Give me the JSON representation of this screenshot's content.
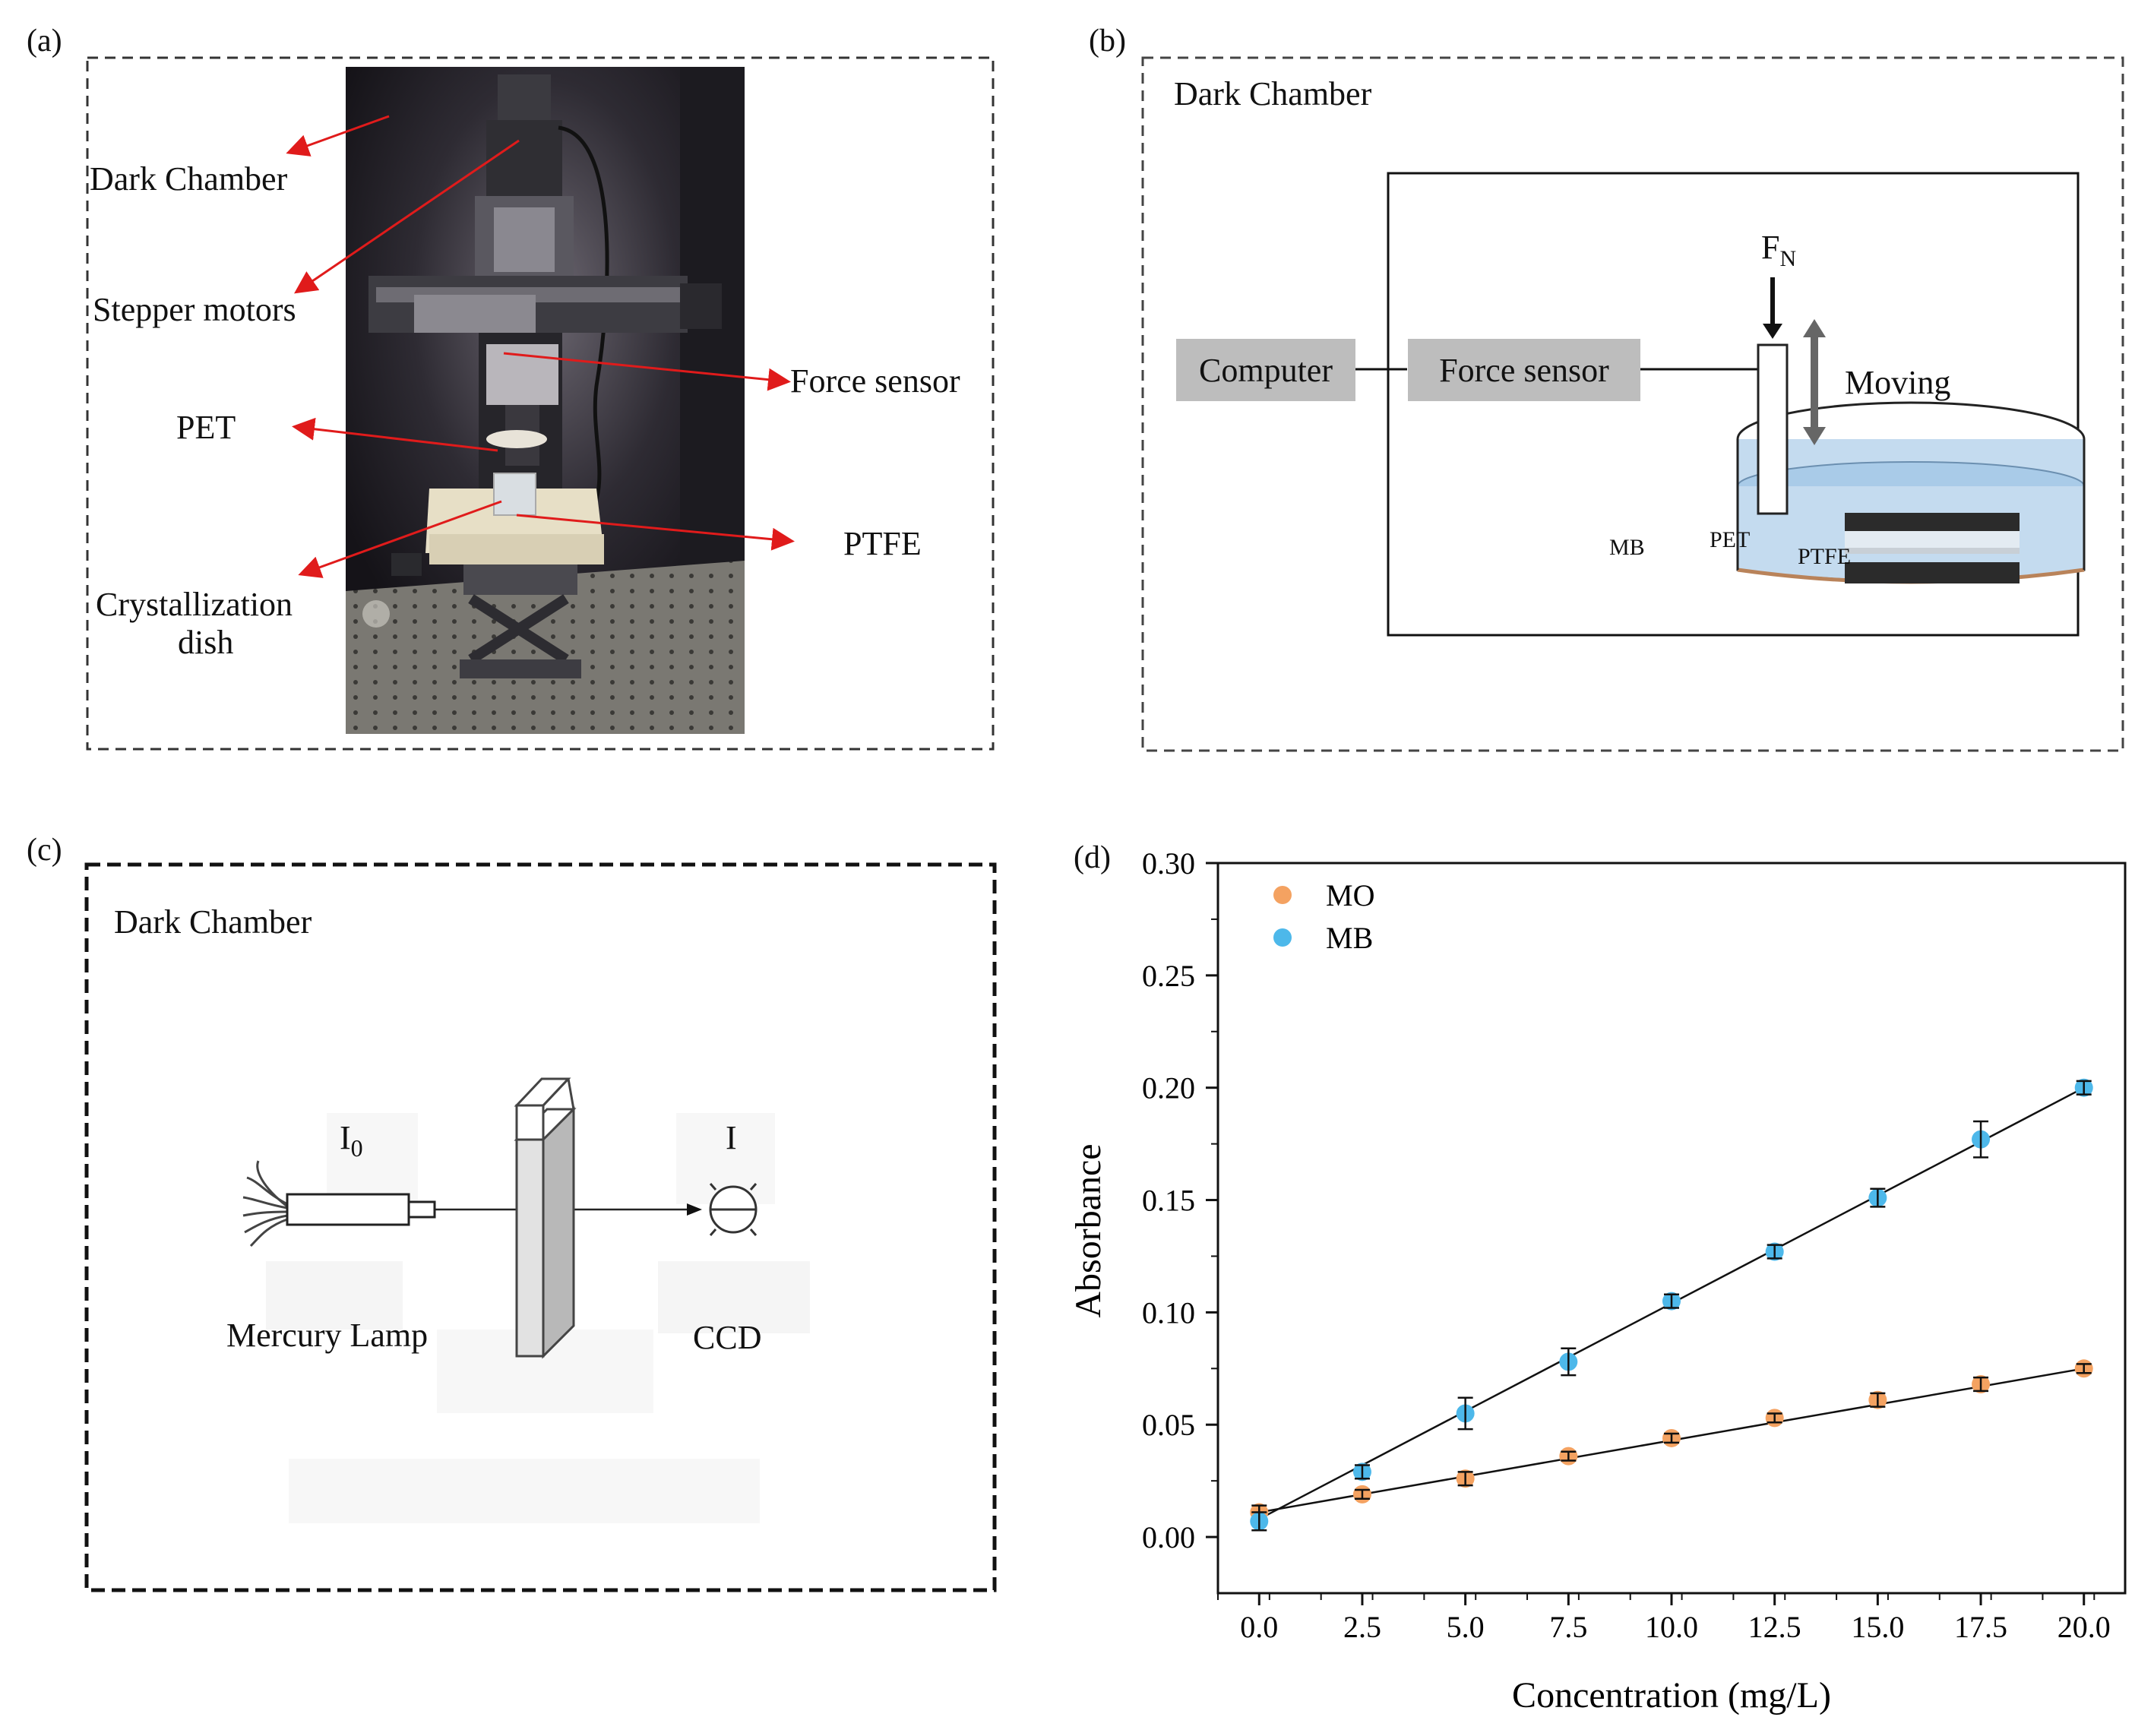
{
  "panels": {
    "a": {
      "label": "(a)",
      "annotations": [
        "Dark Chamber",
        "Stepper motors",
        "Force sensor",
        "PET",
        "PTFE",
        "Crystallization",
        "dish"
      ]
    },
    "b": {
      "label": "(b)",
      "title": "Dark Chamber",
      "computer": "Computer",
      "force_sensor": "Force sensor",
      "force_symbol": "F",
      "force_subscript": "N",
      "moving": "Moving",
      "mb": "MB",
      "pet": "PET",
      "ptfe": "PTFE"
    },
    "c": {
      "label": "(c)",
      "title": "Dark Chamber",
      "i0_symbol": "I",
      "i0_subscript": "0",
      "i_symbol": "I",
      "lamp": "Mercury Lamp",
      "ccd": "CCD"
    },
    "d": {
      "label": "(d)"
    }
  },
  "chart_data": {
    "type": "scatter",
    "xlabel": "Concentration (mg/L)",
    "ylabel": "Absorbance",
    "xlim": [
      -1.0,
      21.0
    ],
    "ylim": [
      -0.025,
      0.3
    ],
    "xticks": [
      "0.0",
      "2.5",
      "5.0",
      "7.5",
      "10.0",
      "12.5",
      "15.0",
      "17.5",
      "20.0"
    ],
    "yticks": [
      "0.00",
      "0.05",
      "0.10",
      "0.15",
      "0.20",
      "0.25",
      "0.30"
    ],
    "legend_position": "top-left",
    "x": [
      0.0,
      2.5,
      5.0,
      7.5,
      10.0,
      12.5,
      15.0,
      17.5,
      20.0
    ],
    "series": [
      {
        "name": "MO",
        "color": "#f4a261",
        "values": [
          0.011,
          0.019,
          0.026,
          0.036,
          0.044,
          0.053,
          0.061,
          0.068,
          0.075
        ],
        "errors": [
          0.003,
          0.002,
          0.003,
          0.002,
          0.002,
          0.002,
          0.003,
          0.003,
          0.002
        ],
        "fit": [
          0.011,
          0.075
        ]
      },
      {
        "name": "MB",
        "color": "#4db8ea",
        "values": [
          0.007,
          0.029,
          0.055,
          0.078,
          0.105,
          0.127,
          0.151,
          0.177,
          0.2
        ],
        "errors": [
          0.004,
          0.003,
          0.007,
          0.006,
          0.003,
          0.003,
          0.004,
          0.008,
          0.003
        ],
        "fit": [
          0.008,
          0.2
        ]
      }
    ]
  }
}
